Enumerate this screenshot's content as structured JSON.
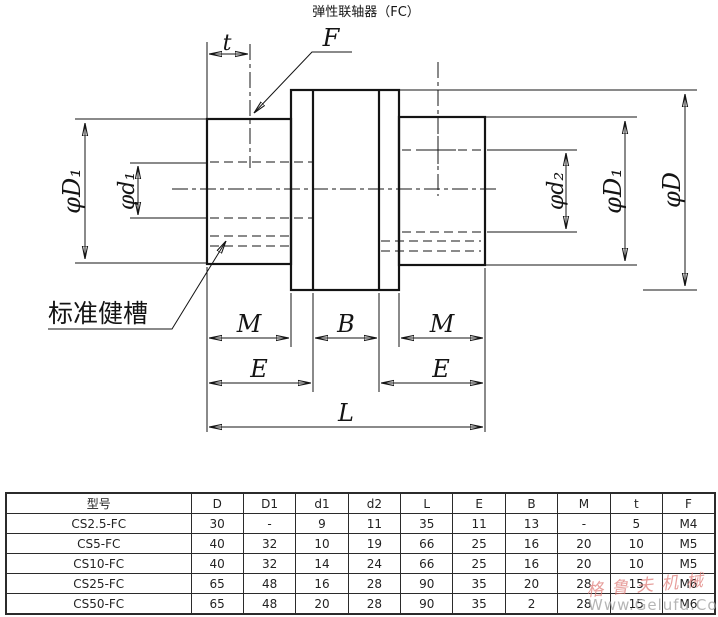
{
  "title": "弹性联轴器（FC）",
  "drawing": {
    "labels": {
      "t": "t",
      "F": "F",
      "dia_D1_left": "φD₁",
      "dia_d1": "φd₁",
      "dia_d2": "φd₂",
      "dia_D1_right": "φD₁",
      "dia_D": "φD",
      "M_left": "M",
      "B": "B",
      "M_right": "M",
      "E_left": "E",
      "E_right": "E",
      "L": "L",
      "keyway_note": "标准健槽"
    }
  },
  "table": {
    "headers": [
      "型号",
      "D",
      "D1",
      "d1",
      "d2",
      "L",
      "E",
      "B",
      "M",
      "t",
      "F"
    ],
    "rows": [
      [
        "CS2.5-FC",
        "30",
        "-",
        "9",
        "11",
        "35",
        "11",
        "13",
        "-",
        "5",
        "M4"
      ],
      [
        "CS5-FC",
        "40",
        "32",
        "10",
        "19",
        "66",
        "25",
        "16",
        "20",
        "10",
        "M5"
      ],
      [
        "CS10-FC",
        "40",
        "32",
        "14",
        "24",
        "66",
        "25",
        "16",
        "20",
        "10",
        "M5"
      ],
      [
        "CS25-FC",
        "65",
        "48",
        "16",
        "28",
        "90",
        "35",
        "20",
        "28",
        "15",
        "M6"
      ],
      [
        "CS50-FC",
        "65",
        "48",
        "20",
        "28",
        "90",
        "35",
        "2",
        "28",
        "15",
        "M6"
      ]
    ]
  },
  "watermark": {
    "brand": "格鲁夫机械",
    "url": "Www.Gelufu.Com"
  },
  "colors": {
    "line": "#141414",
    "watermark_red": "#de7874",
    "watermark_gray": "#a8a8a8"
  }
}
